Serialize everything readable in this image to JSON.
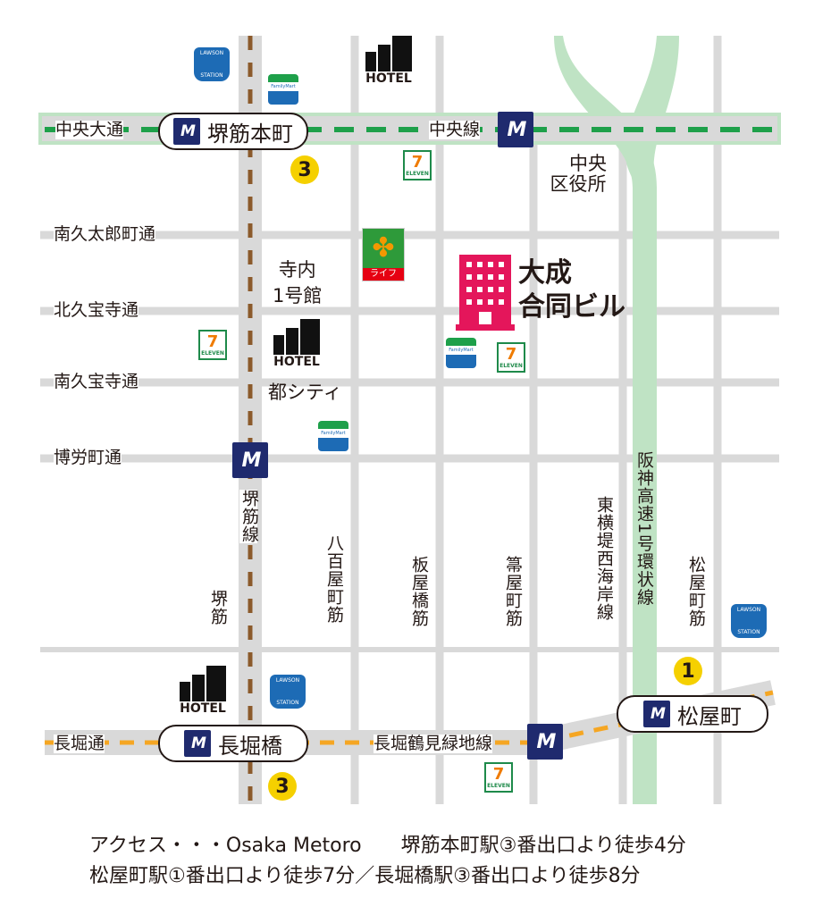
{
  "streets_h": [
    "中央大通",
    "南久太郎町通",
    "北久宝寺通",
    "南久宝寺通",
    "博労町通",
    "長堀通"
  ],
  "streets_v": [
    "堺筋",
    "八百屋町筋",
    "板屋橋筋",
    "箒屋町筋",
    "東横堤西海岸線",
    "阪神高速1号環状線",
    "松屋町筋"
  ],
  "lines": {
    "chuo": "中央線",
    "sakaisuji": "堺筋線",
    "nagahori": "長堀鶴見緑地線"
  },
  "stations": {
    "sakaisuji_honmachi": "堺筋本町",
    "matsuyamachi": "松屋町",
    "nagahoribashi": "長堀橋"
  },
  "exits": [
    "3",
    "1",
    "3"
  ],
  "landmarks": {
    "ward_office": [
      "中央",
      "区役所"
    ],
    "terauchi": [
      "寺内",
      "1号館"
    ],
    "target": [
      "大成",
      "合同ビル"
    ],
    "miyako": "都シティ"
  },
  "brands": {
    "hotel": "HOTEL",
    "familymart": "FamilyMart",
    "seven": "7",
    "seven_sub": "ELEVEN",
    "lawson_top": "LAWSON",
    "lawson_bottom": "STATION",
    "life": "ライフ",
    "metro": "M"
  },
  "colors": {
    "street": "#d9d9d9",
    "chuo_line": "#1ea04a",
    "sakaisuji_line": "#8b5a2b",
    "nagahori_line": "#f5a623",
    "highway": "#bfe3c4",
    "target": "#e4165b",
    "exit": "#f5d000",
    "metro": "#1f2a6e"
  },
  "access": {
    "line1": "アクセス・・・Osaka Metoro　　堺筋本町駅③番出口より徒歩4分",
    "line2": "松屋町駅①番出口より徒歩7分／長堀橋駅③番出口より徒歩8分"
  }
}
